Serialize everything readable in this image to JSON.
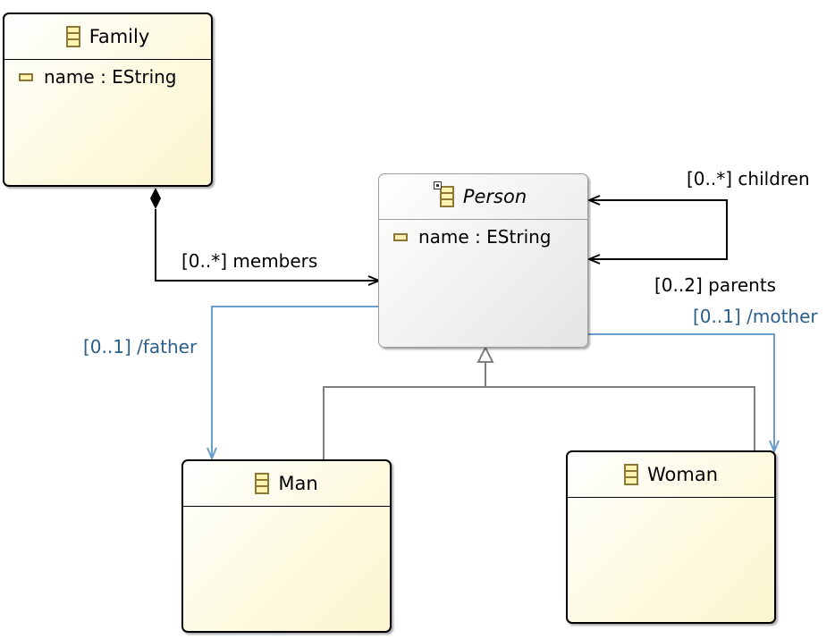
{
  "diagram": {
    "classes": {
      "family": {
        "name": "Family",
        "attribute": "name : EString"
      },
      "person": {
        "name": "Person",
        "attribute": "name : EString",
        "abstract": true
      },
      "man": {
        "name": "Man"
      },
      "woman": {
        "name": "Woman"
      }
    },
    "edges": {
      "members": "[0..*] members",
      "children": "[0..*] children",
      "parents": "[0..2] parents",
      "father": "[0..1] /father",
      "mother": "[0..1] /mother"
    },
    "colors": {
      "class_fill": "#fdfae0",
      "class_border": "#000000",
      "abstract_border": "#9c9c9c",
      "derived_reference": "#6a9ccf",
      "derived_label": "#2a5f8a",
      "generalization": "#808080"
    }
  }
}
